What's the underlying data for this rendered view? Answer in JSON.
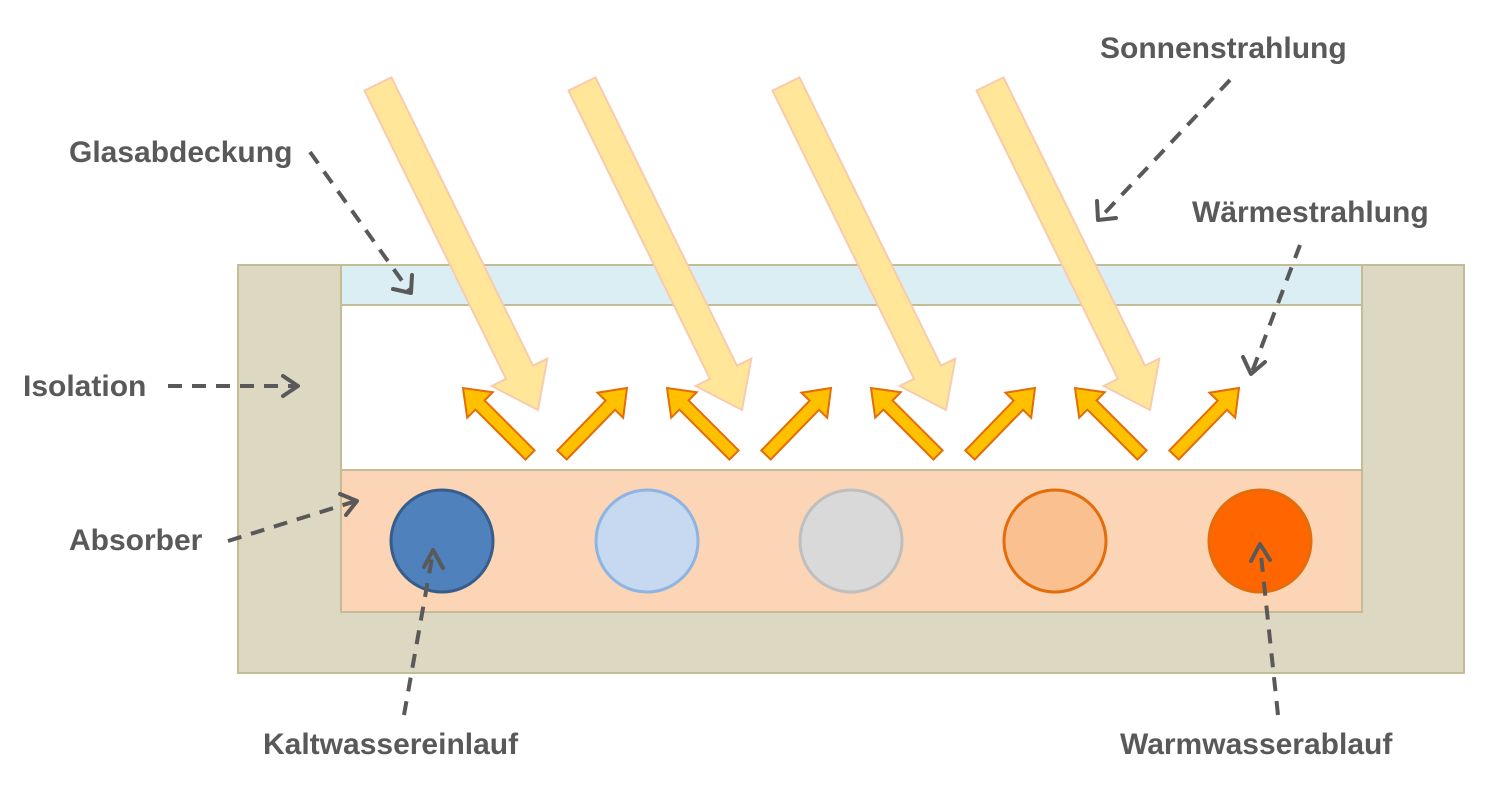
{
  "labels": {
    "sun": "Sonnenstrahlung",
    "glass": "Glasabdeckung",
    "heat": "Wärmestrahlung",
    "insulation": "Isolation",
    "absorber": "Absorber",
    "cold_inlet": "Kaltwassereinlauf",
    "warm_outlet": "Warmwasserablauf"
  },
  "colors": {
    "housing": "#ddd8c2",
    "housing_border": "#c3bc97",
    "glass": "#dbeef4",
    "absorber": "#fbd5b5",
    "sun_ray": "#ffe699",
    "sun_ray_border": "#f8cbad",
    "heat_arrow": "#ffc000",
    "heat_arrow_border": "#e46c0a",
    "label_text": "#595959"
  },
  "pipes": [
    {
      "name": "pipe-cold",
      "fill": "#4f81bd",
      "stroke": "#385d8a"
    },
    {
      "name": "pipe-cool",
      "fill": "#c6d9f1",
      "stroke": "#8eb4e3"
    },
    {
      "name": "pipe-neutral",
      "fill": "#d9d9d9",
      "stroke": "#bfbfbf"
    },
    {
      "name": "pipe-warm",
      "fill": "#fac090",
      "stroke": "#e46c0a"
    },
    {
      "name": "pipe-hot",
      "fill": "#ff6600",
      "stroke": "#e46c0a"
    }
  ]
}
